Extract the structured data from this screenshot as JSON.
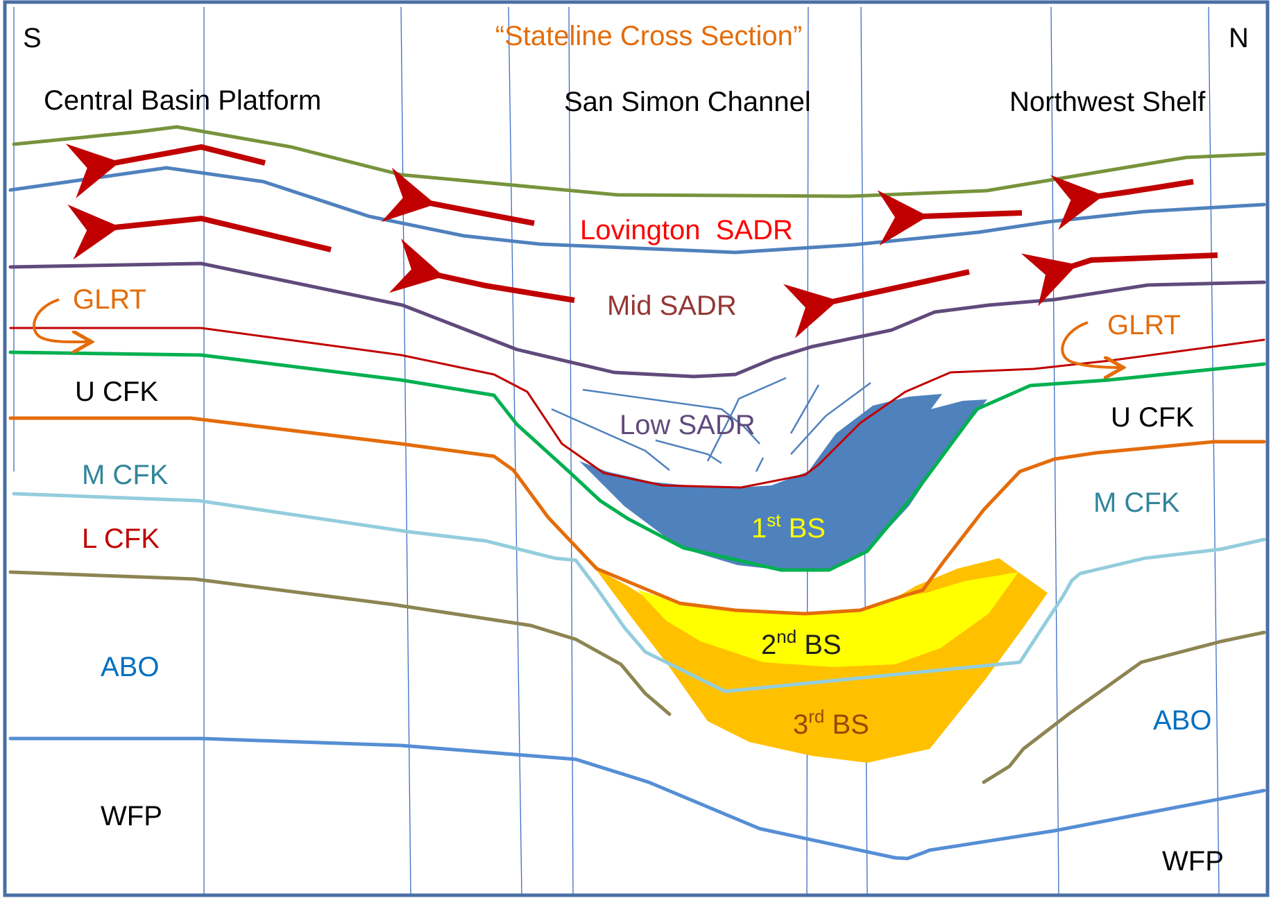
{
  "title": "“Stateline Cross Section”",
  "compass": {
    "south": "S",
    "north": "N"
  },
  "regions": {
    "central_basin_platform": "Central Basin Platform",
    "san_simon_channel": "San Simon Channel",
    "northwest_shelf": "Northwest Shelf"
  },
  "labels": {
    "lovington_sadr": "Lovington  SADR",
    "mid_sadr": "Mid SADR",
    "low_sadr": "Low SADR",
    "glrt": "GLRT",
    "u_cfk": "U CFK",
    "m_cfk": "M CFK",
    "l_cfk": "L CFK",
    "abo": "ABO",
    "wfp": "WFP",
    "bs1_num": "1",
    "bs1_sup": "st",
    "bs1_unit": " BS",
    "bs2_num": "2",
    "bs2_sup": "nd",
    "bs2_unit": " BS",
    "bs3_num": "3",
    "bs3_sup": "rd",
    "bs3_unit": " BS"
  },
  "colors": {
    "border": "#4a6fa5",
    "wells": "#3b6cc4",
    "title": "#e36c0a",
    "top_green": "#77933c",
    "lovington_blue": "#4f81bd",
    "mid_purple": "#604a7b",
    "glrt_red": "#c00000",
    "cfk_green": "#00b050",
    "l_cfk_orange": "#e46c0a",
    "m_cfk_light": "#93cddd",
    "abo_olive": "#8c8552",
    "wfp_blue": "#558ed5",
    "arrow_red": "#c00000",
    "bs1": "#4f81bd",
    "bs2": "#ffff00",
    "bs3": "#ffc000",
    "text_dark": "#000000",
    "red_label": "#ff0000",
    "mid_label": "#953735",
    "low_label": "#604a7b",
    "teal_label": "#31859c",
    "blue_label": "#0070c0",
    "lcfk_label": "#c00000",
    "bs3_label": "#974806"
  }
}
